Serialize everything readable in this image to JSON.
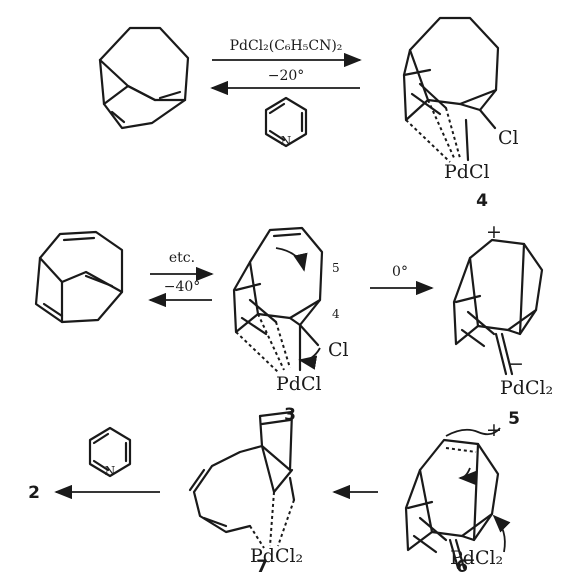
{
  "reagents": {
    "top_forward": "PdCl₂(C₆H₅CN)₂",
    "top_reverse": "−20°",
    "mid_forward": "etc.",
    "mid_reverse": "−40°",
    "mid_to5": "0°"
  },
  "atoms": {
    "cl": "Cl",
    "pdcl": "PdCl",
    "pdcl2": "PdCl₂",
    "n": "N",
    "plus": "+",
    "minus": "−"
  },
  "positions": {
    "c5": "5",
    "c4": "4"
  },
  "compounds": {
    "c2": "2",
    "c3": "3",
    "c4": "4",
    "c5": "5",
    "c6": "6",
    "c7": "7"
  }
}
